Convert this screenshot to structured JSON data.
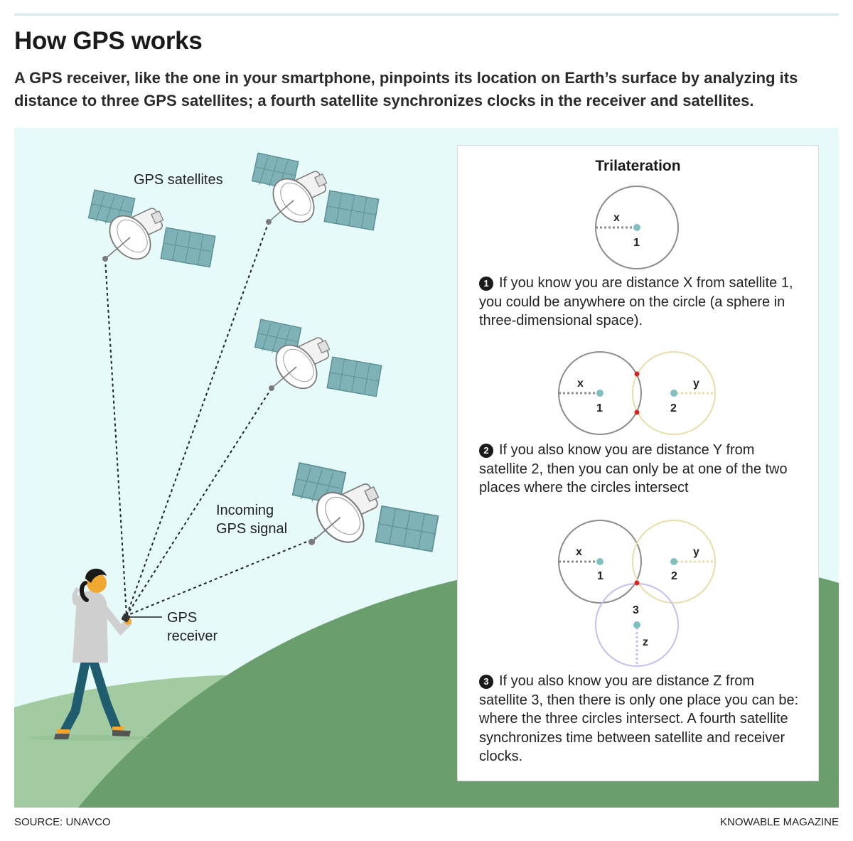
{
  "header": {
    "title": "How GPS works",
    "subtitle": "A GPS receiver, like the one in your smartphone, pinpoints its location on Earth’s surface by analyzing its distance to three GPS satellites; a fourth satellite synchronizes clocks in the receiver and satellites."
  },
  "scene": {
    "satellites_label": "GPS satellites",
    "signal_label_line1": "Incoming",
    "signal_label_line2": "GPS signal",
    "receiver_label_line1": "GPS",
    "receiver_label_line2": "receiver"
  },
  "panel": {
    "title": "Trilateration",
    "steps": [
      {
        "number": "1",
        "text": "If you know you are distance X from satellite 1, you could be anywhere on the circle (a sphere in three-dimensional space)."
      },
      {
        "number": "2",
        "text": "If you also know you are distance Y from satellite 2, then you can only be at one of the two places where the circles intersect"
      },
      {
        "number": "3",
        "text": "If you also know you are distance Z from satellite 3, then there is only one place you can be: where the three circles intersect. A fourth satellite synchronizes time between satellite and receiver clocks."
      }
    ],
    "diagram_labels": {
      "x": "x",
      "y": "y",
      "z": "z",
      "sat1": "1",
      "sat2": "2",
      "sat3": "3"
    }
  },
  "footer": {
    "source": "SOURCE: UNAVCO",
    "credit": "KNOWABLE MAGAZINE"
  },
  "colors": {
    "sky": "#e6fafa",
    "hill_light": "#a3cba2",
    "hill_dark": "#6a9f6d",
    "panel_bg": "#ffffff",
    "circle1": "#8c8c8c",
    "circle2": "#e8deaa",
    "circle3": "#c8bdf0",
    "center_dot": "#7fbfbf",
    "intersection": "#d7261e",
    "solar_panel": "#7fb2b6"
  }
}
